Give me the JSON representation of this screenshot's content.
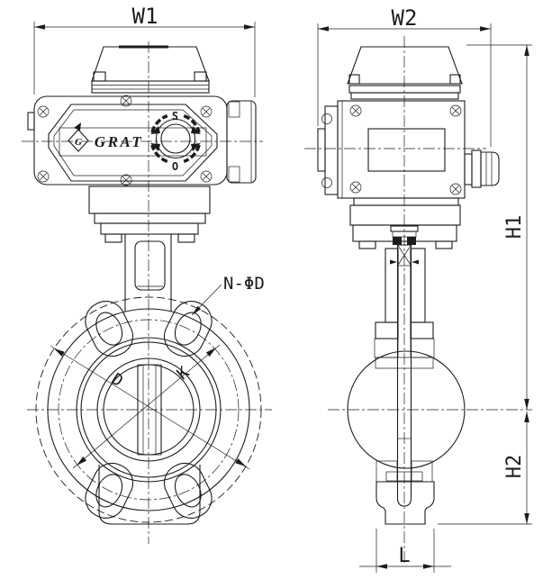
{
  "dimensions": {
    "width_front": "W1",
    "width_side": "W2",
    "height_top": "H1",
    "height_bottom": "H2",
    "face_to_face": "L",
    "bolt_holes": "N-ΦD",
    "flange_diameter": "D",
    "bolt_circle": "K"
  },
  "actuator": {
    "brand": "GRAT",
    "logo_letter": "G",
    "dial_close": "S",
    "dial_open": "O"
  },
  "colors": {
    "line": "#1c1c1c",
    "background": "#ffffff"
  }
}
